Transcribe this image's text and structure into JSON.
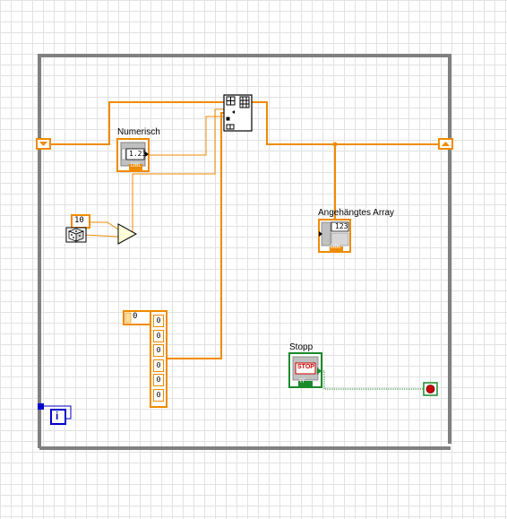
{
  "colors": {
    "double_wire": "#f08a00",
    "bool_wire": "#1a8a2a",
    "loop_frame": "#808080",
    "iteration": "#0000cc",
    "stop_red": "#cc0000"
  },
  "labels": {
    "numeric": "Numerisch",
    "appended_array": "Angehängtes Array",
    "stop": "Stopp"
  },
  "constants": {
    "ten": "10",
    "array_index": "0",
    "array_elements": [
      "0",
      "0",
      "0",
      "0",
      "0",
      "0"
    ]
  },
  "terminals": {
    "numeric_display": "1.23",
    "numeric_type": "DBL",
    "array_display": "123",
    "array_type": "DBL",
    "stop_text": "STOP",
    "stop_type": "TF",
    "iteration_symbol": "i"
  },
  "icons": {
    "shift_register_left": "triangle-down-icon",
    "shift_register_right": "triangle-up-icon",
    "random_number": "dice-icon",
    "multiply": "multiply-icon",
    "build_array": "insert-into-array-icon",
    "stop_condition": "stop-condition-icon"
  }
}
